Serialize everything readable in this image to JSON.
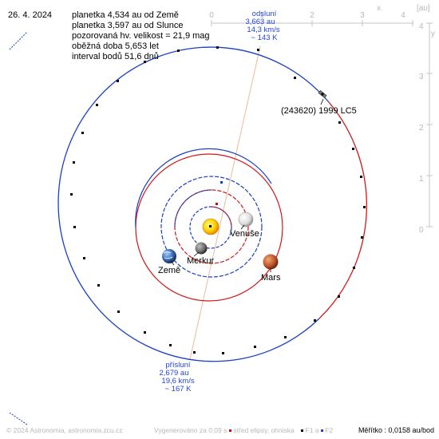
{
  "date": "26. 4. 2024",
  "info_lines": [
    "planetka 4,534 au od Země",
    "planetka 3,597 au od Slunce",
    "pozorovaná hv. velikost = 21,9 mag",
    "oběžná doba 5,653 let",
    "interval bodů 51,6 dnů"
  ],
  "axis": {
    "unit_label": "[au]",
    "x_letter": "x",
    "y_letter": "y",
    "x_ticks": [
      "0",
      "1",
      "2",
      "3",
      "4"
    ],
    "y_ticks": [
      "4",
      "3",
      "2",
      "1",
      "0"
    ]
  },
  "asteroid_label": "(243620) 1999 LC5",
  "aphelion": {
    "title": "odsluní",
    "distance": "3,663 au",
    "speed": "14,3 km/s",
    "temp": "~ 143 K"
  },
  "perihelion": {
    "title": "přísluní",
    "distance": "2,679 au",
    "speed": "19,6 km/s",
    "temp": "~ 167 K"
  },
  "planets": {
    "venus": "Venuše",
    "mercury": "Merkur",
    "earth": "Země",
    "mars": "Mars"
  },
  "footer": {
    "copyright": "© 2024 Astronomia, astronomia.zcu.cz",
    "generated": "Vygenerováno za 0,09 s",
    "legend_center": "střed elipsy, ohniska",
    "f1": "F1",
    "a_word": "a",
    "f2": "F2",
    "scale": "Měřítko : 0,0158 au/bod"
  },
  "colors": {
    "orbit_blue": "#1a3fc4",
    "orbit_red": "#d01818",
    "apsis_line": "#f0b89a",
    "text_blue": "#2244dd",
    "axis_grey": "#bdbdbd",
    "sun": "#ffd400"
  }
}
